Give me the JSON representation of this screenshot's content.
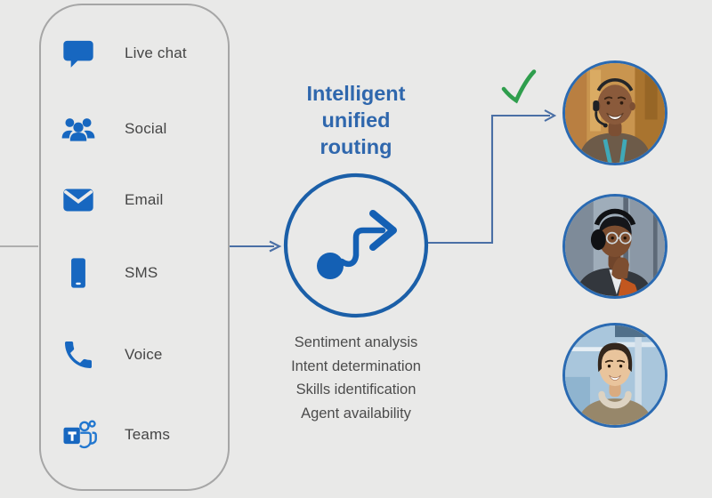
{
  "colors": {
    "background": "#e9e9e8",
    "channel_icon_blue": "#1767c0",
    "title_blue": "#2f67ad",
    "routing_circle_blue": "#1b5fa8",
    "routing_glyph_blue": "#1460b4",
    "connector_blue": "#4a6fa5",
    "inlet_line_gray": "#9b9b9b",
    "check_green": "#2f9e4d",
    "channel_label_gray": "#454545",
    "capability_text_gray": "#4c4c4c",
    "panel_border_gray": "#a6a6a6",
    "agent_ring_blue": "#2a6ab2"
  },
  "channels": {
    "items": [
      {
        "label": "Live chat",
        "icon": "chat-bubble-icon"
      },
      {
        "label": "Social",
        "icon": "people-group-icon"
      },
      {
        "label": "Email",
        "icon": "envelope-icon"
      },
      {
        "label": "SMS",
        "icon": "mobile-phone-icon"
      },
      {
        "label": "Voice",
        "icon": "phone-handset-icon"
      },
      {
        "label": "Teams",
        "icon": "teams-logo-icon"
      }
    ]
  },
  "routing": {
    "title_lines": [
      "Intelligent",
      "unified",
      "routing"
    ],
    "icon": "route-arrow-icon",
    "capabilities": [
      "Sentiment analysis",
      "Intent determination",
      "Skills identification",
      "Agent availability"
    ]
  },
  "agents": [
    {
      "photo": "male-agent-with-headset-smiling",
      "selected": true,
      "check": "✓"
    },
    {
      "photo": "male-agent-with-headphones-and-glasses",
      "selected": false
    },
    {
      "photo": "female-agent-with-headphones-around-neck",
      "selected": false
    }
  ]
}
